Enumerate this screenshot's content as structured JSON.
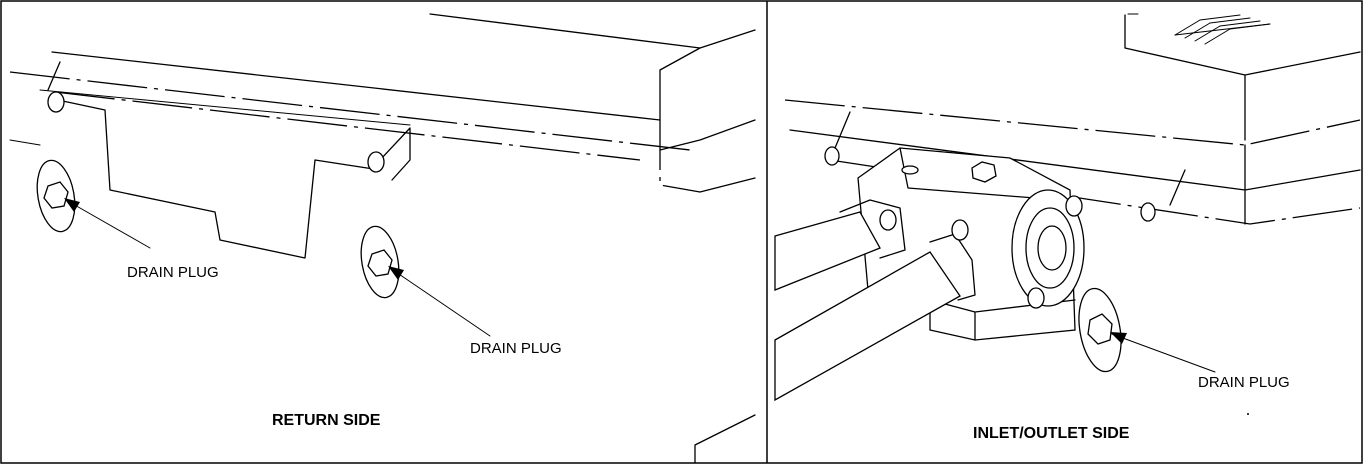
{
  "panels": [
    {
      "id": "return",
      "caption": "RETURN SIDE",
      "labels": [
        "DRAIN PLUG",
        "DRAIN PLUG"
      ]
    },
    {
      "id": "inlet-outlet",
      "caption": "INLET/OUTLET SIDE",
      "labels": [
        "DRAIN PLUG"
      ]
    }
  ],
  "colors": {
    "line": "#000000",
    "background": "#ffffff"
  }
}
